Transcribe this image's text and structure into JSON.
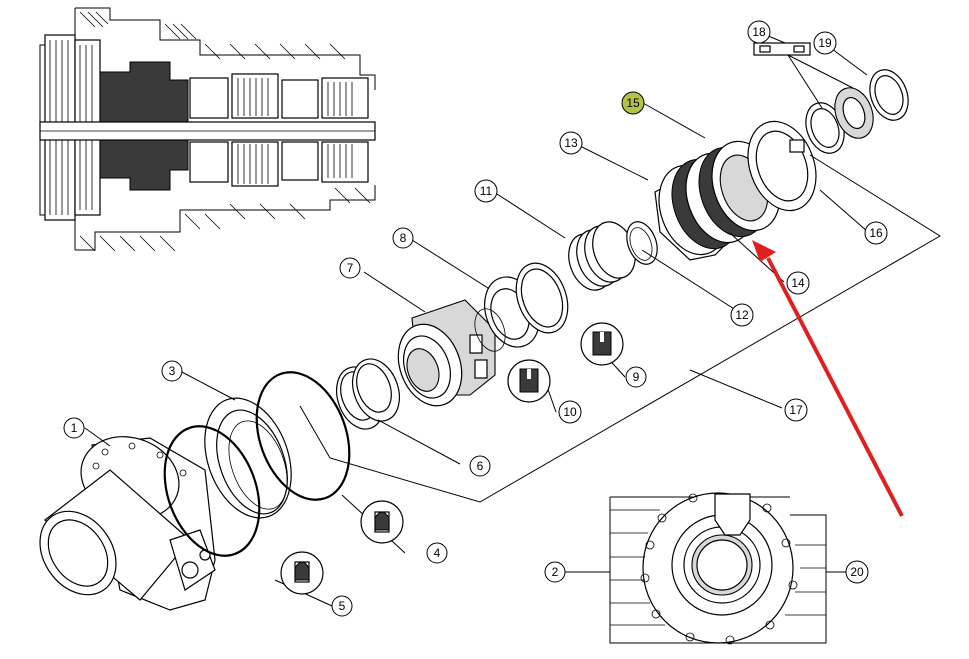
{
  "callouts": [
    {
      "id": "c1",
      "label": "1"
    },
    {
      "id": "c2",
      "label": "2"
    },
    {
      "id": "c3",
      "label": "3"
    },
    {
      "id": "c4",
      "label": "4"
    },
    {
      "id": "c5",
      "label": "5"
    },
    {
      "id": "c6",
      "label": "6"
    },
    {
      "id": "c7",
      "label": "7"
    },
    {
      "id": "c8",
      "label": "8"
    },
    {
      "id": "c9",
      "label": "9"
    },
    {
      "id": "c10",
      "label": "10"
    },
    {
      "id": "c11",
      "label": "11"
    },
    {
      "id": "c12",
      "label": "12"
    },
    {
      "id": "c13",
      "label": "13"
    },
    {
      "id": "c14",
      "label": "14"
    },
    {
      "id": "c15",
      "label": "15"
    },
    {
      "id": "c16",
      "label": "16"
    },
    {
      "id": "c17",
      "label": "17"
    },
    {
      "id": "c18",
      "label": "18"
    },
    {
      "id": "c19",
      "label": "19"
    },
    {
      "id": "c20",
      "label": "20"
    }
  ],
  "colors": {
    "line": "#000000",
    "highlight_callout": "#b5c24a",
    "arrow": "#e02020",
    "background": "#ffffff"
  },
  "highlighted_callout": "15",
  "icons": [
    "lubricant-grease-icon",
    "sealant-icon",
    "red-pointer-arrow"
  ]
}
